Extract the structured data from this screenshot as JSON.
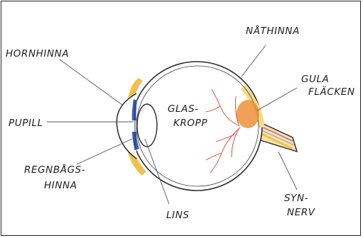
{
  "labels": {
    "hornhinna": "HORNHINNA",
    "pupill": "PUPILL",
    "regnbagshinna_1": "REGNBÅGS-",
    "regnbagshinna_2": "HINNA",
    "glaskropp_1": "GLAS-",
    "glaskropp_2": "KROPP",
    "lins": "LINS",
    "nathinna": "NÅTHINNA",
    "gula_flacken_1": "GULA",
    "gula_flacken_2": "FLÄCKEN",
    "synnerv_1": "SYN-",
    "synnerv_2": "NERV"
  },
  "colors": {
    "sclera_yellow": "#f0c24a",
    "macula_orange": "#ef8f3a",
    "vessel_red": "#d9412a",
    "iris_blue": "#3b5fb0",
    "outline": "#2a2a2a"
  }
}
